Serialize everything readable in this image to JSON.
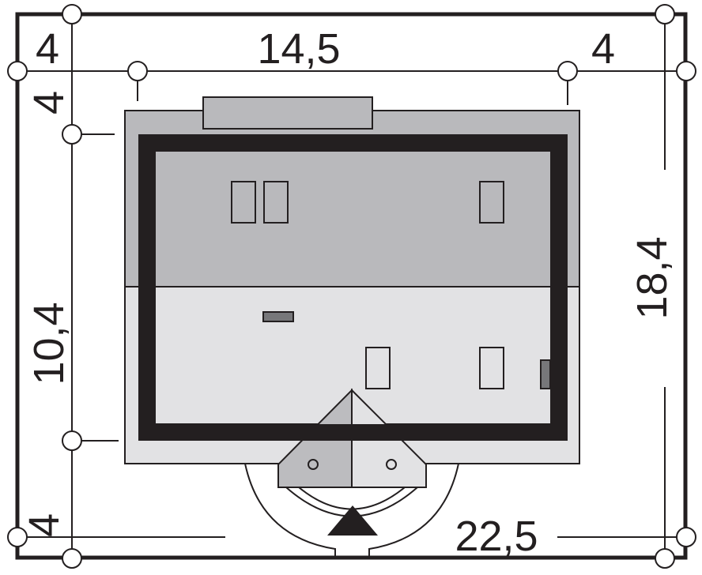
{
  "diagram": {
    "type": "site-plan",
    "dimensions": {
      "top_left": "4",
      "top_middle": "14,5",
      "top_right": "4",
      "left_top": "4",
      "left_middle": "10,4",
      "left_bottom": "4",
      "right": "18,4",
      "bottom": "22,5"
    },
    "colors": {
      "line": "#231f20",
      "roof_upper": "#b9b9bc",
      "roof_lower": "#e2e2e4",
      "dark_detail": "#77777a"
    }
  }
}
